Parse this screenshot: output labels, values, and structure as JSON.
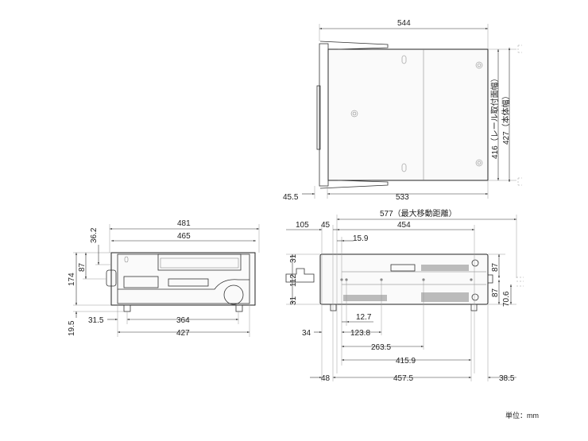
{
  "title": "寸法図",
  "unit_label": "単位：mm",
  "top_view": {
    "overall_depth": "544",
    "body_depth": "533",
    "front_offset": "45.5",
    "rail_width": "416（レール取付面幅）",
    "body_width": "427（本体幅）"
  },
  "front_view": {
    "width_overall": "481",
    "width_panel": "465",
    "feet_spacing": "364",
    "body_width": "427",
    "side_offset": "31.5",
    "height": "174",
    "handle_height": "87",
    "handle_offset": "36.2",
    "foot_height": "19.5"
  },
  "side_view": {
    "max_travel": "577（最大移動距離）",
    "rail_length": "454",
    "handle_depth": "105",
    "front_depth": "45",
    "hole1": "15.9",
    "top_margin": "31",
    "middle": "112",
    "bottom_margin": "31",
    "hole_a": "12.7",
    "front_ref": "34",
    "hole_b": "123.8",
    "hole_c": "263.5",
    "hole_d": "415.9",
    "front_to_rail": "48",
    "rail_span": "457.5",
    "rear_extension": "38.5",
    "upper_half": "87",
    "lower_half": "87",
    "rail_height": "70.6"
  }
}
